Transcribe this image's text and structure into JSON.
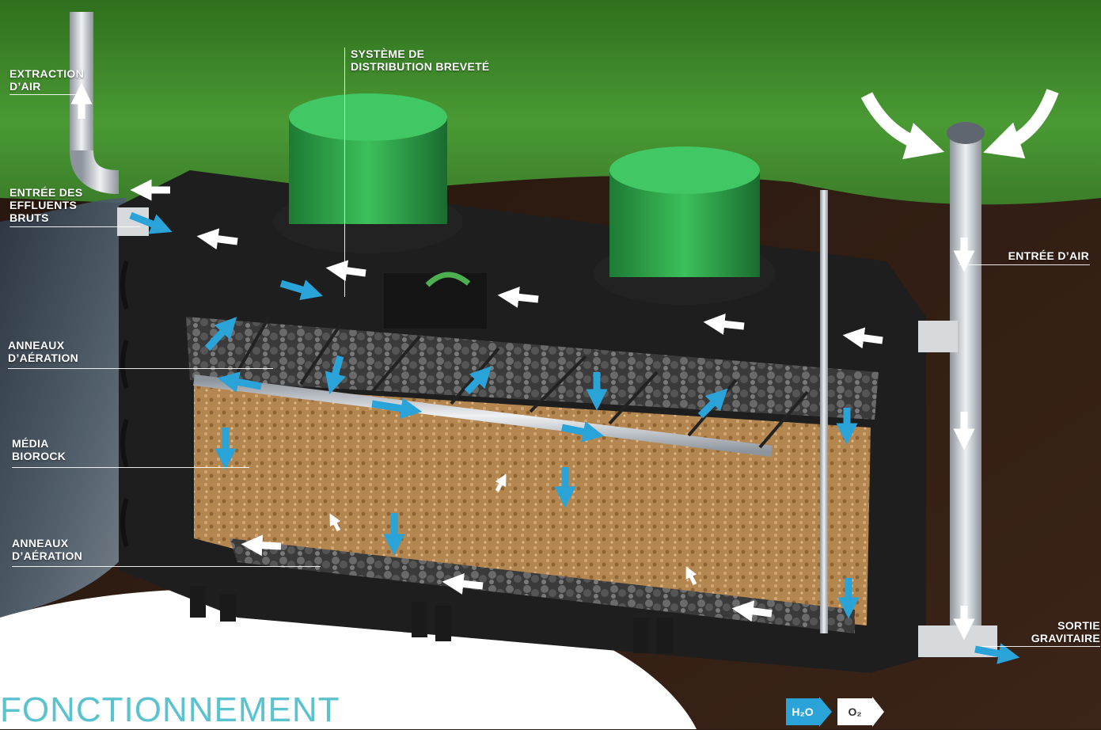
{
  "labels": {
    "air_extraction": [
      "EXTRACTION",
      "D’AIR"
    ],
    "raw_effluent_inlet": [
      "ENTRÉE DES",
      "EFFLUENTS",
      "BRUTS"
    ],
    "distribution_system": [
      "SYSTÈME DE",
      "DISTRIBUTION BREVETÉ"
    ],
    "aeration_rings_top": [
      "ANNEAUX",
      "D’AÉRATION"
    ],
    "biorock_media": [
      "MÉDIA",
      "BIOROCK"
    ],
    "aeration_rings_bottom": [
      "ANNEAUX",
      "D’AÉRATION"
    ],
    "air_inlet": [
      "ENTRÉE D’AIR"
    ],
    "gravity_outlet": [
      "SORTIE",
      "GRAVITAIRE"
    ]
  },
  "title": "FONCTIONNEMENT",
  "legend": {
    "water": "H₂O",
    "oxygen": "O₂"
  },
  "colors": {
    "grass": "#3f8a2c",
    "soil": "#3a2418",
    "tank": "#1e1e1e",
    "lid": "#2ea24a",
    "media": "#b98a52",
    "water_arrow": "#2aa3d8",
    "air_arrow": "#ffffff",
    "title": "#5bc2cf",
    "background_panel": "#3c4a5a"
  },
  "icons": [
    "white-air-arrow",
    "blue-water-arrow",
    "rotate-arrow",
    "vent-cap"
  ]
}
